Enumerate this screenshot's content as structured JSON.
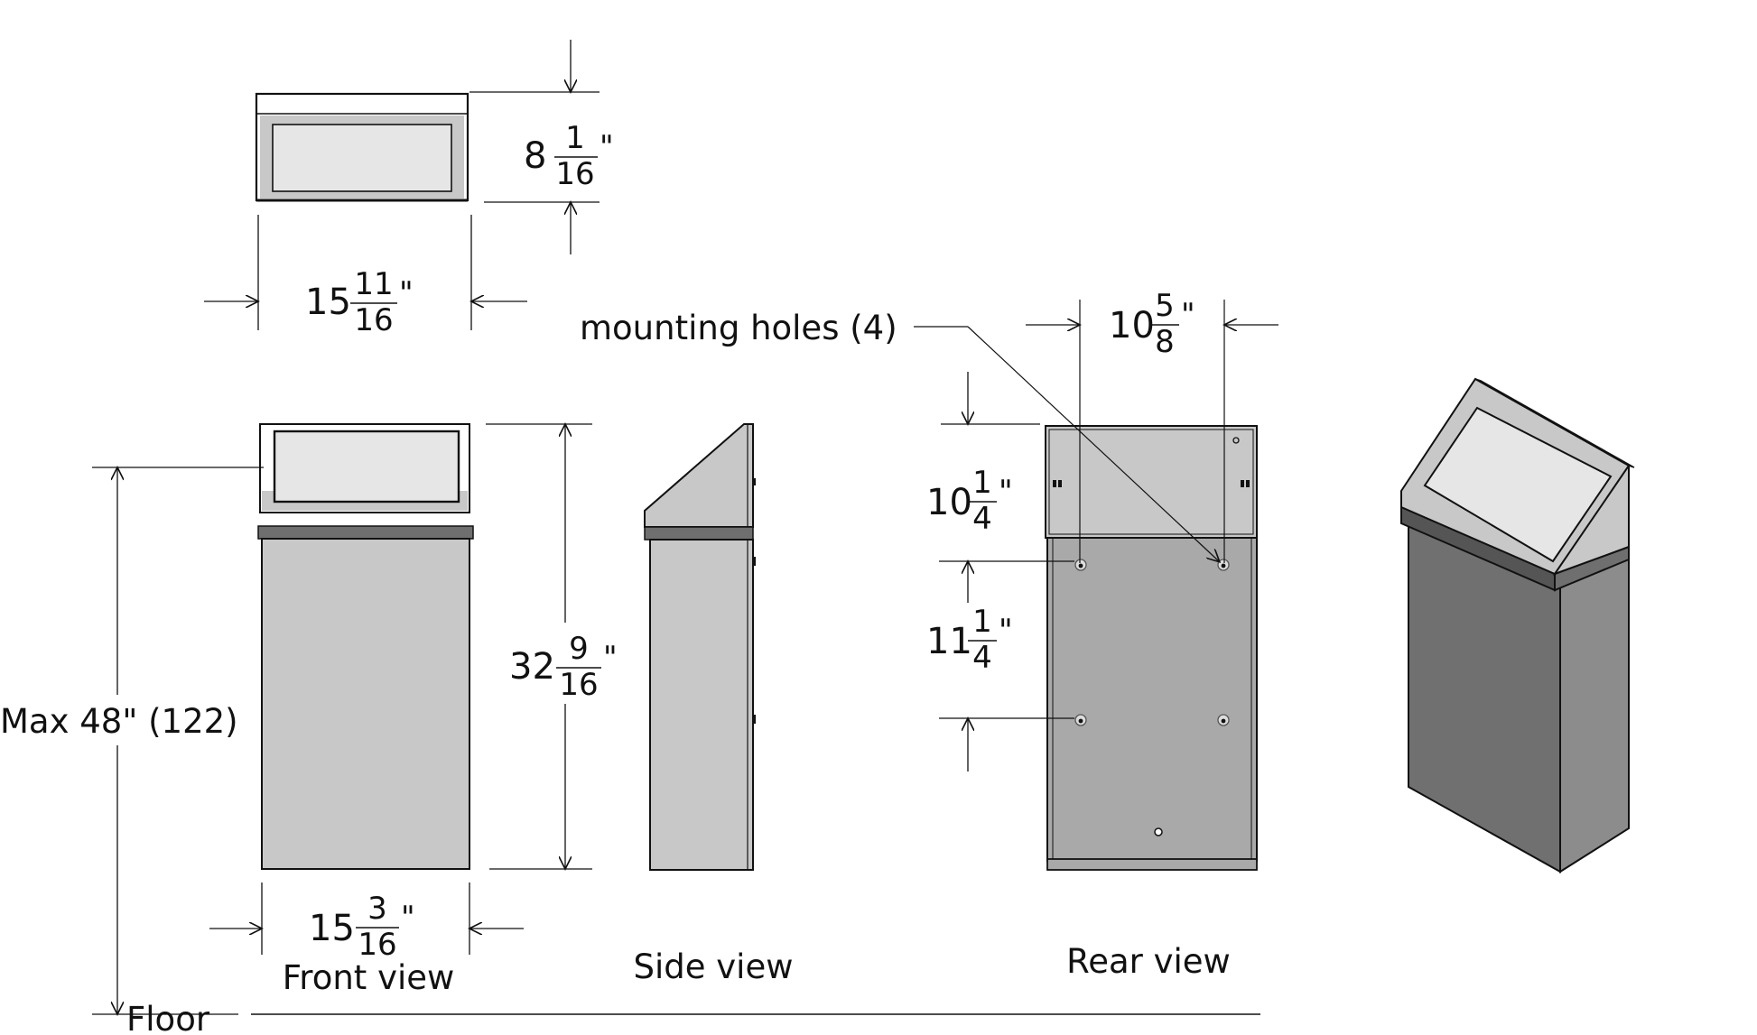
{
  "views": {
    "front": "Front view",
    "side": "Side view",
    "rear": "Rear view"
  },
  "floor_label": "Floor",
  "max_height_label": "Max 48\" (122)",
  "callout_mounting": "mounting holes (4)",
  "dims": {
    "top_depth": {
      "whole": "8",
      "num": "1",
      "den": "16",
      "unit": "\""
    },
    "top_width": {
      "whole": "15",
      "num": "11",
      "den": "16",
      "unit": "\""
    },
    "front_width": {
      "whole": "15",
      "num": "3",
      "den": "16",
      "unit": "\""
    },
    "front_height": {
      "whole": "32",
      "num": "9",
      "den": "16",
      "unit": "\""
    },
    "rear_hole_spacing": {
      "whole": "10",
      "num": "5",
      "den": "8",
      "unit": "\""
    },
    "rear_top_offset": {
      "whole": "10",
      "num": "1",
      "den": "4",
      "unit": "\""
    },
    "rear_hole_vertical": {
      "whole": "11",
      "num": "1",
      "den": "4",
      "unit": "\""
    }
  },
  "colors": {
    "body_light": "#c8c8c8",
    "body_mid": "#a9a9a9",
    "band": "#6f6f6f",
    "window": "#e6e6e6",
    "iso_dark": "#707070",
    "iso_mid": "#8c8c8c",
    "line": "#111111"
  }
}
